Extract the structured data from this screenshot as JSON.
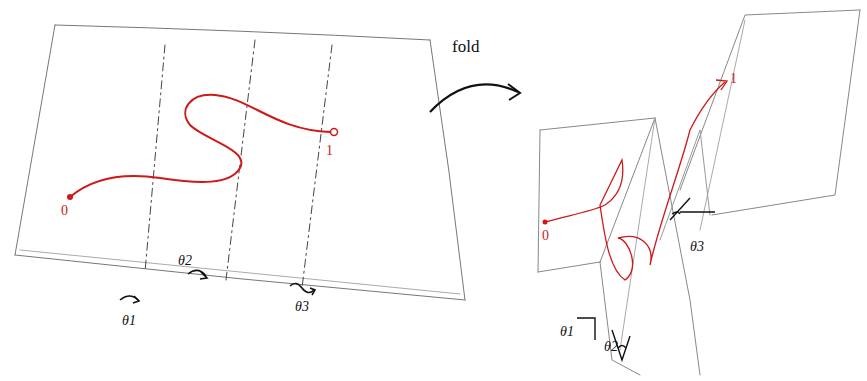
{
  "diagram": {
    "labels": [
      "0",
      "1",
      "θ1",
      "θ2",
      "θ3",
      "fold",
      "0",
      "1",
      "θ1",
      "θ2",
      "θ3"
    ]
  }
}
